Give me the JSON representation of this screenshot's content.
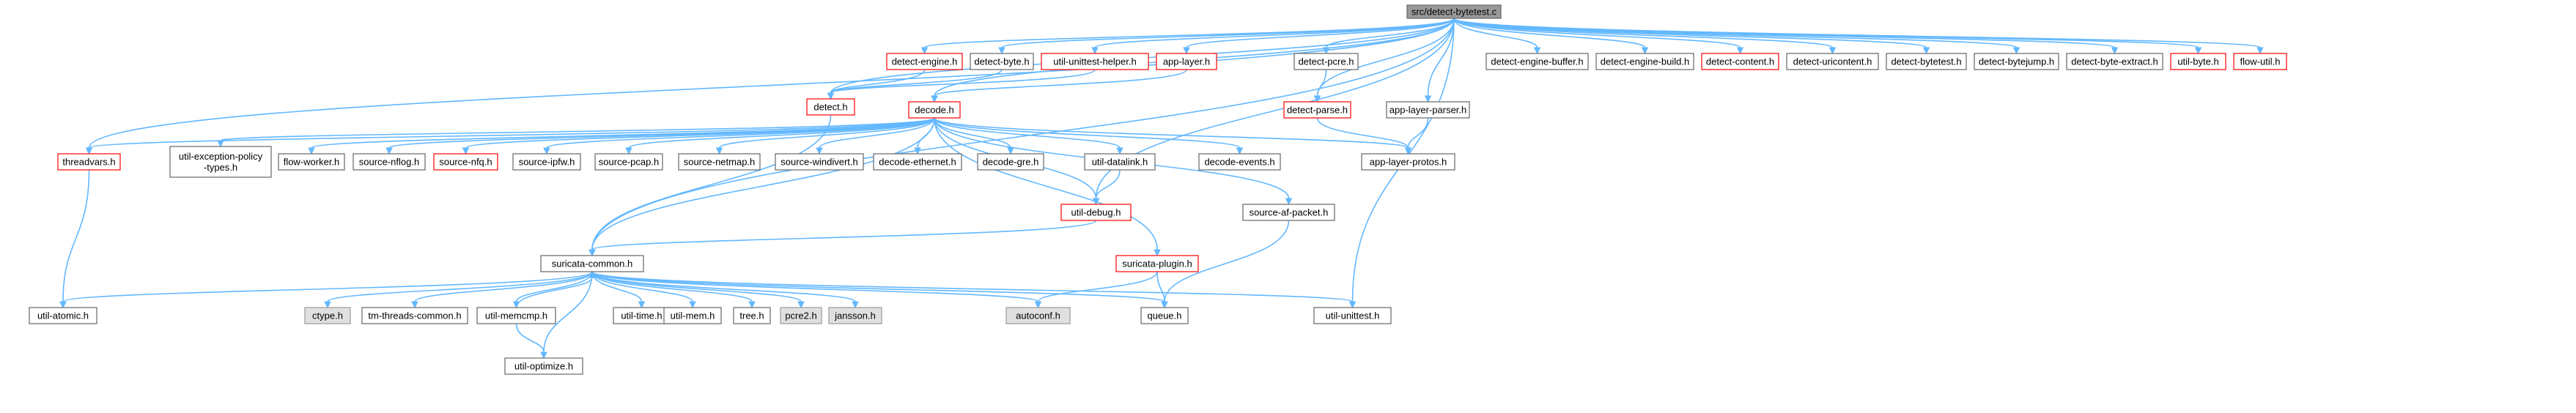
{
  "graph": {
    "title": "src/detect-bytetest.c",
    "colors": {
      "edge": "#63b8ff",
      "root_fill": "#999999",
      "normal_fill": "#ffffff",
      "normal_border": "#666666",
      "highlight_border": "#ff0000",
      "system_fill": "#e0e0e0",
      "system_border": "#999999"
    },
    "nodes": [
      {
        "id": "root",
        "label": "src/detect-bytetest.c",
        "style": "root"
      },
      {
        "id": "detect-engine",
        "label": "detect-engine.h",
        "style": "red"
      },
      {
        "id": "detect-byte",
        "label": "detect-byte.h",
        "style": "normal"
      },
      {
        "id": "util-unittest-helper",
        "label": "util-unittest-helper.h",
        "style": "red"
      },
      {
        "id": "app-layer",
        "label": "app-layer.h",
        "style": "red"
      },
      {
        "id": "detect-pcre",
        "label": "detect-pcre.h",
        "style": "normal"
      },
      {
        "id": "app-layer-parser",
        "label": "app-layer-parser.h",
        "style": "normal"
      },
      {
        "id": "detect-engine-buffer",
        "label": "detect-engine-buffer.h",
        "style": "normal"
      },
      {
        "id": "detect-engine-build",
        "label": "detect-engine-build.h",
        "style": "normal"
      },
      {
        "id": "detect-content",
        "label": "detect-content.h",
        "style": "red"
      },
      {
        "id": "detect-uricontent",
        "label": "detect-uricontent.h",
        "style": "normal"
      },
      {
        "id": "detect-bytetest",
        "label": "detect-bytetest.h",
        "style": "normal"
      },
      {
        "id": "detect-bytejump",
        "label": "detect-bytejump.h",
        "style": "normal"
      },
      {
        "id": "detect-byte-extract",
        "label": "detect-byte-extract.h",
        "style": "normal"
      },
      {
        "id": "util-byte",
        "label": "util-byte.h",
        "style": "red"
      },
      {
        "id": "flow-util",
        "label": "flow-util.h",
        "style": "red"
      },
      {
        "id": "detect",
        "label": "detect.h",
        "style": "red"
      },
      {
        "id": "decode",
        "label": "decode.h",
        "style": "red"
      },
      {
        "id": "detect-parse",
        "label": "detect-parse.h",
        "style": "red"
      },
      {
        "id": "threadvars",
        "label": "threadvars.h",
        "style": "red"
      },
      {
        "id": "util-exception-policy-types",
        "label": "util-exception-policy-types.h",
        "style": "normal",
        "lines": [
          "util-exception-policy",
          "-types.h"
        ]
      },
      {
        "id": "flow-worker",
        "label": "flow-worker.h",
        "style": "normal"
      },
      {
        "id": "source-nflog",
        "label": "source-nflog.h",
        "style": "normal"
      },
      {
        "id": "source-nfq",
        "label": "source-nfq.h",
        "style": "red"
      },
      {
        "id": "source-ipfw",
        "label": "source-ipfw.h",
        "style": "normal"
      },
      {
        "id": "source-pcap",
        "label": "source-pcap.h",
        "style": "normal"
      },
      {
        "id": "source-netmap",
        "label": "source-netmap.h",
        "style": "normal"
      },
      {
        "id": "source-windivert",
        "label": "source-windivert.h",
        "style": "normal"
      },
      {
        "id": "decode-ethernet",
        "label": "decode-ethernet.h",
        "style": "normal"
      },
      {
        "id": "decode-gre",
        "label": "decode-gre.h",
        "style": "normal"
      },
      {
        "id": "util-datalink",
        "label": "util-datalink.h",
        "style": "normal"
      },
      {
        "id": "decode-events",
        "label": "decode-events.h",
        "style": "normal"
      },
      {
        "id": "app-layer-protos",
        "label": "app-layer-protos.h",
        "style": "normal"
      },
      {
        "id": "util-debug",
        "label": "util-debug.h",
        "style": "red"
      },
      {
        "id": "source-af-packet",
        "label": "source-af-packet.h",
        "style": "normal"
      },
      {
        "id": "suricata-common",
        "label": "suricata-common.h",
        "style": "normal"
      },
      {
        "id": "suricata-plugin",
        "label": "suricata-plugin.h",
        "style": "red"
      },
      {
        "id": "util-atomic",
        "label": "util-atomic.h",
        "style": "normal"
      },
      {
        "id": "ctype",
        "label": "ctype.h",
        "style": "system"
      },
      {
        "id": "tm-threads-common",
        "label": "tm-threads-common.h",
        "style": "normal"
      },
      {
        "id": "util-memcmp",
        "label": "util-memcmp.h",
        "style": "normal"
      },
      {
        "id": "util-time",
        "label": "util-time.h",
        "style": "normal"
      },
      {
        "id": "util-mem",
        "label": "util-mem.h",
        "style": "normal"
      },
      {
        "id": "tree",
        "label": "tree.h",
        "style": "normal"
      },
      {
        "id": "pcre2",
        "label": "pcre2.h",
        "style": "system"
      },
      {
        "id": "jansson",
        "label": "jansson.h",
        "style": "system"
      },
      {
        "id": "autoconf",
        "label": "autoconf.h",
        "style": "system"
      },
      {
        "id": "queue",
        "label": "queue.h",
        "style": "normal"
      },
      {
        "id": "util-unittest",
        "label": "util-unittest.h",
        "style": "normal"
      },
      {
        "id": "util-optimize",
        "label": "util-optimize.h",
        "style": "normal"
      }
    ],
    "edges": [
      [
        "root",
        "detect-engine"
      ],
      [
        "root",
        "detect-byte"
      ],
      [
        "root",
        "util-unittest-helper"
      ],
      [
        "root",
        "app-layer"
      ],
      [
        "root",
        "detect-pcre"
      ],
      [
        "root",
        "app-layer-parser"
      ],
      [
        "root",
        "detect-engine-buffer"
      ],
      [
        "root",
        "detect-engine-build"
      ],
      [
        "root",
        "detect-content"
      ],
      [
        "root",
        "detect-uricontent"
      ],
      [
        "root",
        "detect-bytetest"
      ],
      [
        "root",
        "detect-bytejump"
      ],
      [
        "root",
        "detect-byte-extract"
      ],
      [
        "root",
        "util-byte"
      ],
      [
        "root",
        "flow-util"
      ],
      [
        "root",
        "detect"
      ],
      [
        "root",
        "decode"
      ],
      [
        "root",
        "detect-parse"
      ],
      [
        "root",
        "threadvars"
      ],
      [
        "root",
        "suricata-common"
      ],
      [
        "root",
        "util-debug"
      ],
      [
        "root",
        "util-unittest"
      ],
      [
        "detect-engine",
        "detect"
      ],
      [
        "detect-byte",
        "detect"
      ],
      [
        "util-unittest-helper",
        "detect"
      ],
      [
        "app-layer",
        "decode"
      ],
      [
        "detect-pcre",
        "detect-parse"
      ],
      [
        "detect-parse",
        "app-layer-protos"
      ],
      [
        "app-layer-parser",
        "app-layer-protos"
      ],
      [
        "detect",
        "suricata-common"
      ],
      [
        "decode",
        "threadvars"
      ],
      [
        "decode",
        "util-exception-policy-types"
      ],
      [
        "decode",
        "flow-worker"
      ],
      [
        "decode",
        "source-nflog"
      ],
      [
        "decode",
        "source-nfq"
      ],
      [
        "decode",
        "source-ipfw"
      ],
      [
        "decode",
        "source-pcap"
      ],
      [
        "decode",
        "source-netmap"
      ],
      [
        "decode",
        "source-windivert"
      ],
      [
        "decode",
        "decode-ethernet"
      ],
      [
        "decode",
        "decode-gre"
      ],
      [
        "decode",
        "util-datalink"
      ],
      [
        "decode",
        "decode-events"
      ],
      [
        "decode",
        "app-layer-protos"
      ],
      [
        "decode",
        "util-debug"
      ],
      [
        "decode",
        "source-af-packet"
      ],
      [
        "decode",
        "suricata-plugin"
      ],
      [
        "decode",
        "suricata-common"
      ],
      [
        "util-datalink",
        "util-debug"
      ],
      [
        "threadvars",
        "util-atomic"
      ],
      [
        "util-debug",
        "suricata-common"
      ],
      [
        "source-af-packet",
        "queue"
      ],
      [
        "suricata-plugin",
        "queue"
      ],
      [
        "suricata-plugin",
        "autoconf"
      ],
      [
        "suricata-common",
        "util-atomic"
      ],
      [
        "suricata-common",
        "ctype"
      ],
      [
        "suricata-common",
        "tm-threads-common"
      ],
      [
        "suricata-common",
        "util-memcmp"
      ],
      [
        "suricata-common",
        "util-optimize"
      ],
      [
        "suricata-common",
        "util-time"
      ],
      [
        "suricata-common",
        "util-mem"
      ],
      [
        "suricata-common",
        "tree"
      ],
      [
        "suricata-common",
        "pcre2"
      ],
      [
        "suricata-common",
        "jansson"
      ],
      [
        "suricata-common",
        "autoconf"
      ],
      [
        "suricata-common",
        "queue"
      ],
      [
        "suricata-common",
        "util-unittest"
      ],
      [
        "util-memcmp",
        "suricata-common"
      ],
      [
        "util-memcmp",
        "util-optimize"
      ]
    ]
  }
}
